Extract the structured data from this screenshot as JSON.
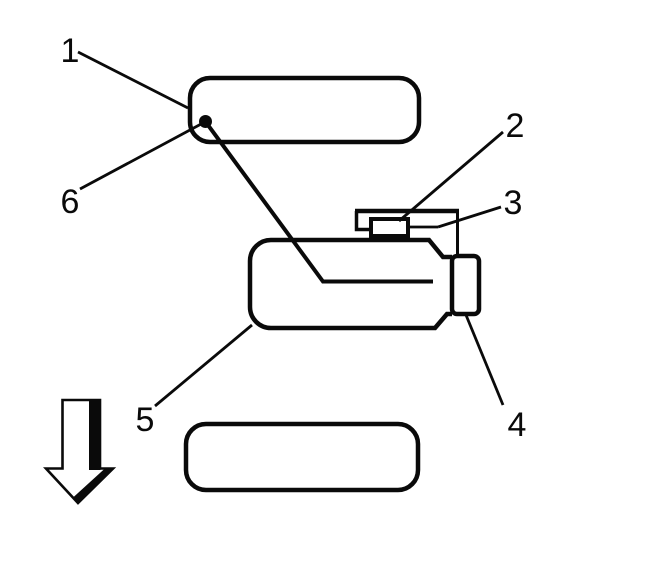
{
  "diagram": {
    "colors": {
      "line": "#0a0a0a",
      "background": "#ffffff"
    },
    "callouts": [
      {
        "label": "1"
      },
      {
        "label": "2"
      },
      {
        "label": "3"
      },
      {
        "label": "4"
      },
      {
        "label": "5"
      },
      {
        "label": "6"
      }
    ]
  }
}
